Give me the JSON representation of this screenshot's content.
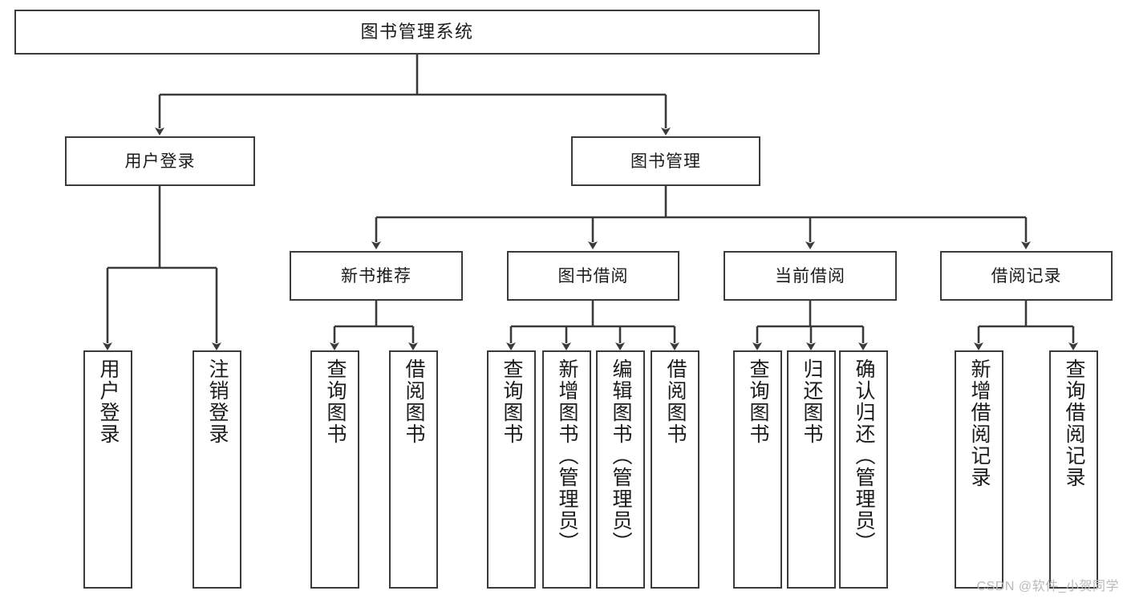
{
  "diagram": {
    "title": "图书管理系统",
    "type": "hierarchy-tree",
    "watermark": "CSDN @软件_小贺同学",
    "colors": {
      "box_border": "#3a3a3a",
      "box_fill": "#ffffff",
      "connector": "#3a3a3a",
      "text": "#1b1b1b",
      "watermark": "#b9b9b9"
    },
    "nodes": {
      "root": {
        "label": "图书管理系统",
        "level": 0
      },
      "l1": [
        {
          "id": "user-login",
          "label": "用户登录"
        },
        {
          "id": "book-manage",
          "label": "图书管理"
        }
      ],
      "l2": [
        {
          "id": "new-book-recommend",
          "label": "新书推荐",
          "parent": "book-manage"
        },
        {
          "id": "book-borrow",
          "label": "图书借阅",
          "parent": "book-manage"
        },
        {
          "id": "current-borrow",
          "label": "当前借阅",
          "parent": "book-manage"
        },
        {
          "id": "borrow-record",
          "label": "借阅记录",
          "parent": "book-manage"
        }
      ],
      "leaves": [
        {
          "id": "leaf-user-login",
          "label": "用户登录",
          "parent": "user-login"
        },
        {
          "id": "leaf-logout",
          "label": "注销登录",
          "parent": "user-login"
        },
        {
          "id": "leaf-query-book-1",
          "label": "查询图书",
          "parent": "new-book-recommend"
        },
        {
          "id": "leaf-borrow-book-1",
          "label": "借阅图书",
          "parent": "new-book-recommend"
        },
        {
          "id": "leaf-query-book-2",
          "label": "查询图书",
          "parent": "book-borrow"
        },
        {
          "id": "leaf-add-book",
          "label": "新增图书（管理员）",
          "parent": "book-borrow"
        },
        {
          "id": "leaf-edit-book",
          "label": "编辑图书（管理员）",
          "parent": "book-borrow"
        },
        {
          "id": "leaf-borrow-book-2",
          "label": "借阅图书",
          "parent": "book-borrow"
        },
        {
          "id": "leaf-query-book-3",
          "label": "查询图书",
          "parent": "current-borrow"
        },
        {
          "id": "leaf-return-book",
          "label": "归还图书",
          "parent": "current-borrow"
        },
        {
          "id": "leaf-confirm-return",
          "label": "确认归还（管理员）",
          "parent": "current-borrow"
        },
        {
          "id": "leaf-add-record",
          "label": "新增借阅记录",
          "parent": "borrow-record"
        },
        {
          "id": "leaf-query-record",
          "label": "查询借阅记录",
          "parent": "borrow-record"
        }
      ]
    }
  }
}
